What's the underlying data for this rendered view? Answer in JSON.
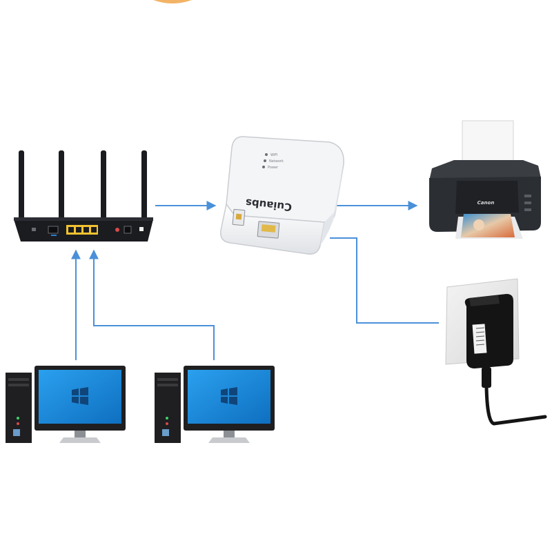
{
  "diagram": {
    "connector_color": "#4a90d9",
    "router": {
      "color": "#1b1c20",
      "port_color": "#f2c230"
    },
    "print_server": {
      "brand": "Cuiaubs",
      "indicators": [
        "WiFi",
        "Network",
        "Power"
      ],
      "color": "#f4f5f6"
    },
    "printer": {
      "brand": "Canon",
      "color": "#2b2e33"
    },
    "power_adapter": {
      "color": "#141414"
    },
    "computers": [
      {
        "name": "computer-left",
        "screen_color": "#1a8ad8"
      },
      {
        "name": "computer-right",
        "screen_color": "#1a8ad8"
      }
    ]
  }
}
